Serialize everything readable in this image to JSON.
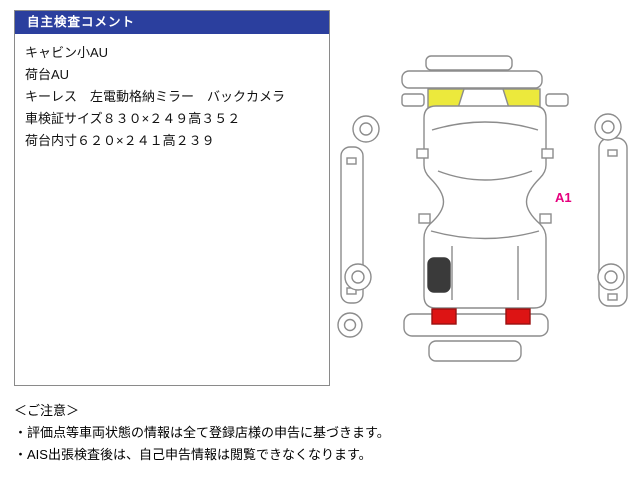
{
  "comment_box": {
    "title": "自主検査コメント",
    "lines": [
      "キャビン小AU",
      "荷台AU",
      "キーレス　左電動格納ミラー　バックカメラ",
      "車検証サイズ８３０×２４９高３５２",
      "荷台内寸６２０×２４１高２３９"
    ]
  },
  "diagram": {
    "label": "A1",
    "label_color": "#e6007e",
    "highlight_yellow": "#ece93c",
    "highlight_red": "#dd1414",
    "line_color": "#8c8c8c"
  },
  "notice": {
    "title": "＜ご注意＞",
    "lines": [
      "・評価点等車両状態の情報は全て登録店様の申告に基づきます。",
      "・AIS出張検査後は、自己申告情報は閲覧できなくなります。"
    ]
  },
  "colors": {
    "header_bg": "#2b3f9e",
    "header_text": "#ffffff"
  }
}
